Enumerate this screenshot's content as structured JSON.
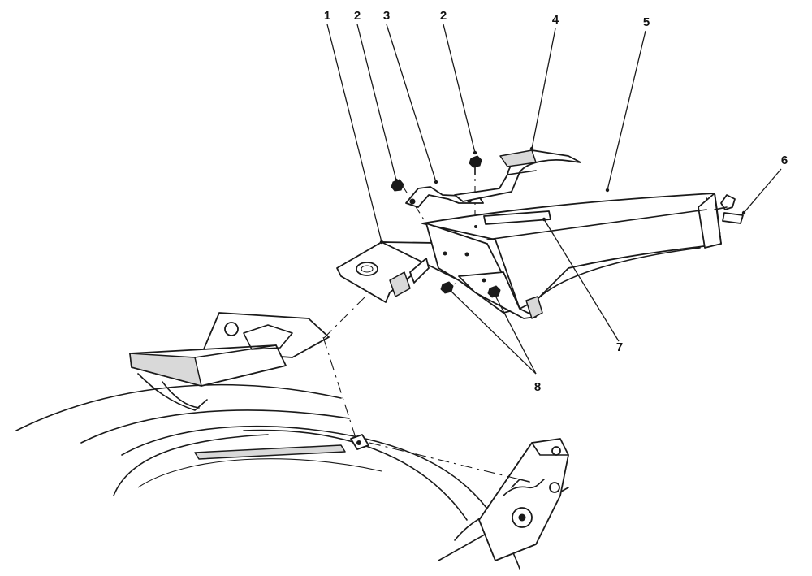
{
  "callouts": {
    "c1": "1",
    "c2a": "2",
    "c3": "3",
    "c2b": "2",
    "c4": "4",
    "c5": "5",
    "c6": "6",
    "c7": "7",
    "c8": "8"
  },
  "colors": {
    "line": "#1a1a1a",
    "background": "#ffffff",
    "shade": "#d9d9d9"
  }
}
